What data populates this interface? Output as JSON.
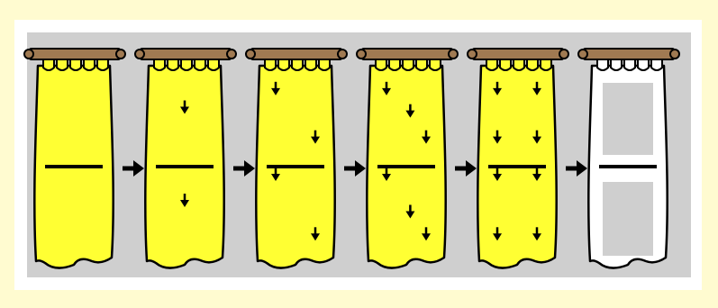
{
  "diagram": {
    "steps": [
      {
        "fabric": "#ffff33",
        "arrows": []
      },
      {
        "fabric": "#ffff33",
        "arrows": [
          [
            0.5,
            0.22
          ],
          [
            0.5,
            0.72
          ]
        ]
      },
      {
        "fabric": "#ffff33",
        "arrows": [
          [
            0.25,
            0.12
          ],
          [
            0.75,
            0.38
          ],
          [
            0.25,
            0.58
          ],
          [
            0.75,
            0.9
          ]
        ]
      },
      {
        "fabric": "#ffff33",
        "arrows": [
          [
            0.25,
            0.12
          ],
          [
            0.55,
            0.24
          ],
          [
            0.75,
            0.38
          ],
          [
            0.25,
            0.58
          ],
          [
            0.55,
            0.78
          ],
          [
            0.75,
            0.9
          ]
        ]
      },
      {
        "fabric": "#ffff33",
        "arrows": [
          [
            0.25,
            0.12
          ],
          [
            0.75,
            0.12
          ],
          [
            0.25,
            0.38
          ],
          [
            0.75,
            0.38
          ],
          [
            0.25,
            0.58
          ],
          [
            0.75,
            0.58
          ],
          [
            0.25,
            0.9
          ],
          [
            0.75,
            0.9
          ]
        ]
      },
      {
        "fabric": "#ffffff",
        "arrows": [],
        "windows": true
      }
    ],
    "colors": {
      "rod": "#a07a52",
      "outline": "#000000",
      "panel": "#cfcfcf",
      "window": "#cfcfcf",
      "background": "#fffbd0"
    }
  }
}
